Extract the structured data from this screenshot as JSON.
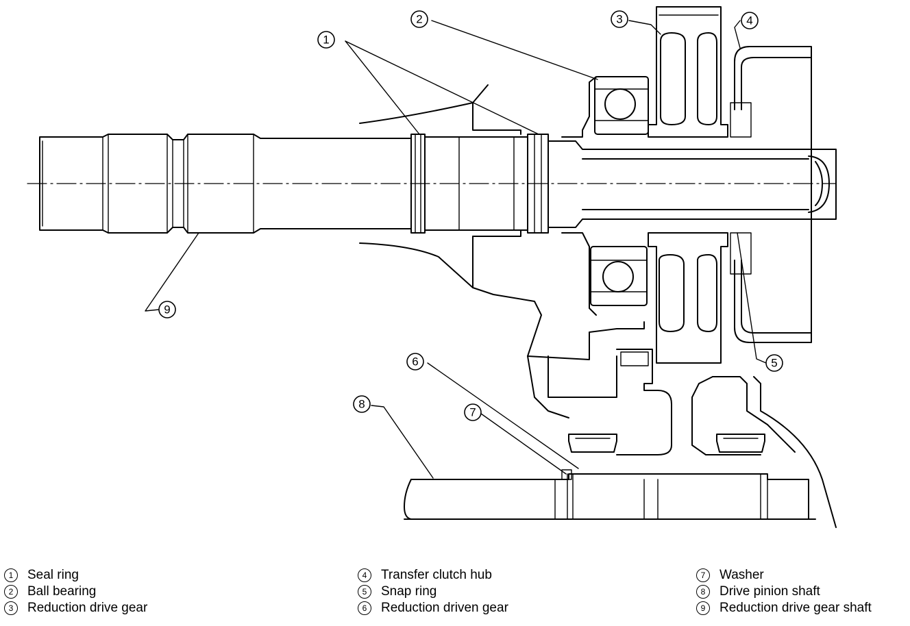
{
  "callouts": [
    "1",
    "2",
    "3",
    "4",
    "5",
    "6",
    "7",
    "8",
    "9"
  ],
  "legend": [
    [
      {
        "num": "1",
        "label": "Seal ring"
      },
      {
        "num": "2",
        "label": "Ball bearing"
      },
      {
        "num": "3",
        "label": "Reduction drive gear"
      }
    ],
    [
      {
        "num": "4",
        "label": "Transfer clutch hub"
      },
      {
        "num": "5",
        "label": "Snap ring"
      },
      {
        "num": "6",
        "label": "Reduction driven gear"
      }
    ],
    [
      {
        "num": "7",
        "label": "Washer"
      },
      {
        "num": "8",
        "label": "Drive pinion shaft"
      },
      {
        "num": "9",
        "label": "Reduction drive gear shaft"
      }
    ]
  ]
}
